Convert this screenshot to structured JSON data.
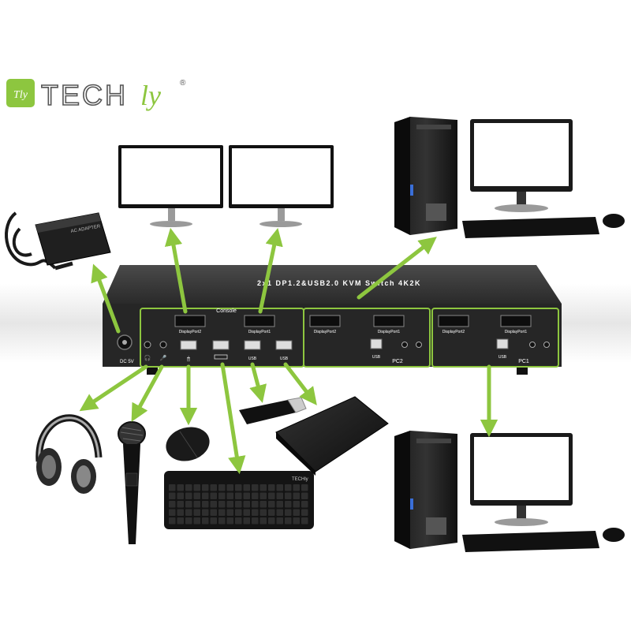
{
  "brand": {
    "logo_mark": "Tly",
    "name": "TECH",
    "name_suffix": "ly",
    "registered": "®",
    "accent_color": "#8dc63f"
  },
  "device": {
    "title": "2x1 DP1.2&USB2.0 KVM Switch 4K2K",
    "power_label": "DC 5V",
    "console": {
      "label": "Console",
      "dp2": "DisplayPort2",
      "dp1": "DisplayPort1",
      "usb_a": "USB",
      "usb_b": "USB"
    },
    "pc2": {
      "label": "PC2",
      "dp2": "DisplayPort2",
      "dp1": "DisplayPort1",
      "usb": "USB"
    },
    "pc1": {
      "label": "PC1",
      "dp2": "DisplayPort2",
      "dp1": "DisplayPort1",
      "usb": "USB"
    }
  },
  "peripherals": {
    "keyboard_brand": "TECHly",
    "power_adapter_text": "AC ADAPTER"
  },
  "colors": {
    "arrow": "#8dc63f",
    "device_body": "#2b2b2b",
    "band": "#eeeeee"
  }
}
